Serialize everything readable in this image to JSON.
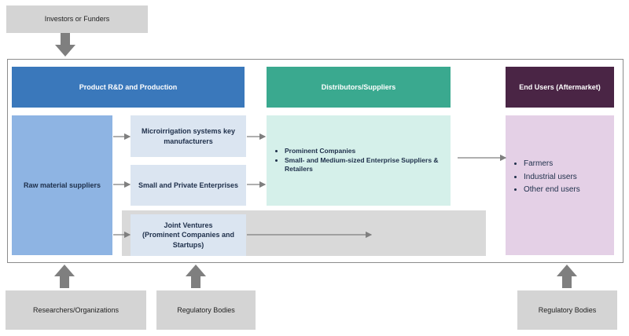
{
  "top": {
    "investors": "Investors or Funders"
  },
  "headers": {
    "product": "Product R&D and Production",
    "distributors": "Distributors/Suppliers",
    "end_users": "End Users (Aftermarket)"
  },
  "production": {
    "raw_material": "Raw material  suppliers",
    "micro_line1": "Microirrigation systems key",
    "micro_line2": "manufacturers",
    "small_private": "Small and Private Enterprises",
    "jv_line1": "Joint Ventures",
    "jv_line2": "(Prominent Companies and",
    "jv_line3": "Startups)"
  },
  "distributors": {
    "items": [
      "Prominent Companies",
      "Small- and Medium-sized Enterprise Suppliers & Retailers"
    ]
  },
  "end_users": {
    "items": [
      "Farmers",
      "Industrial users",
      "Other end users"
    ]
  },
  "bottom": {
    "researchers": "Researchers/Organizations",
    "regulatory_left": "Regulatory Bodies",
    "regulatory_right": "Regulatory Bodies"
  },
  "colors": {
    "blue_header": "#3a78bb",
    "teal_header": "#3aa98f",
    "purple_header": "#4a2545",
    "grey_arrow": "#7f7f7f"
  }
}
